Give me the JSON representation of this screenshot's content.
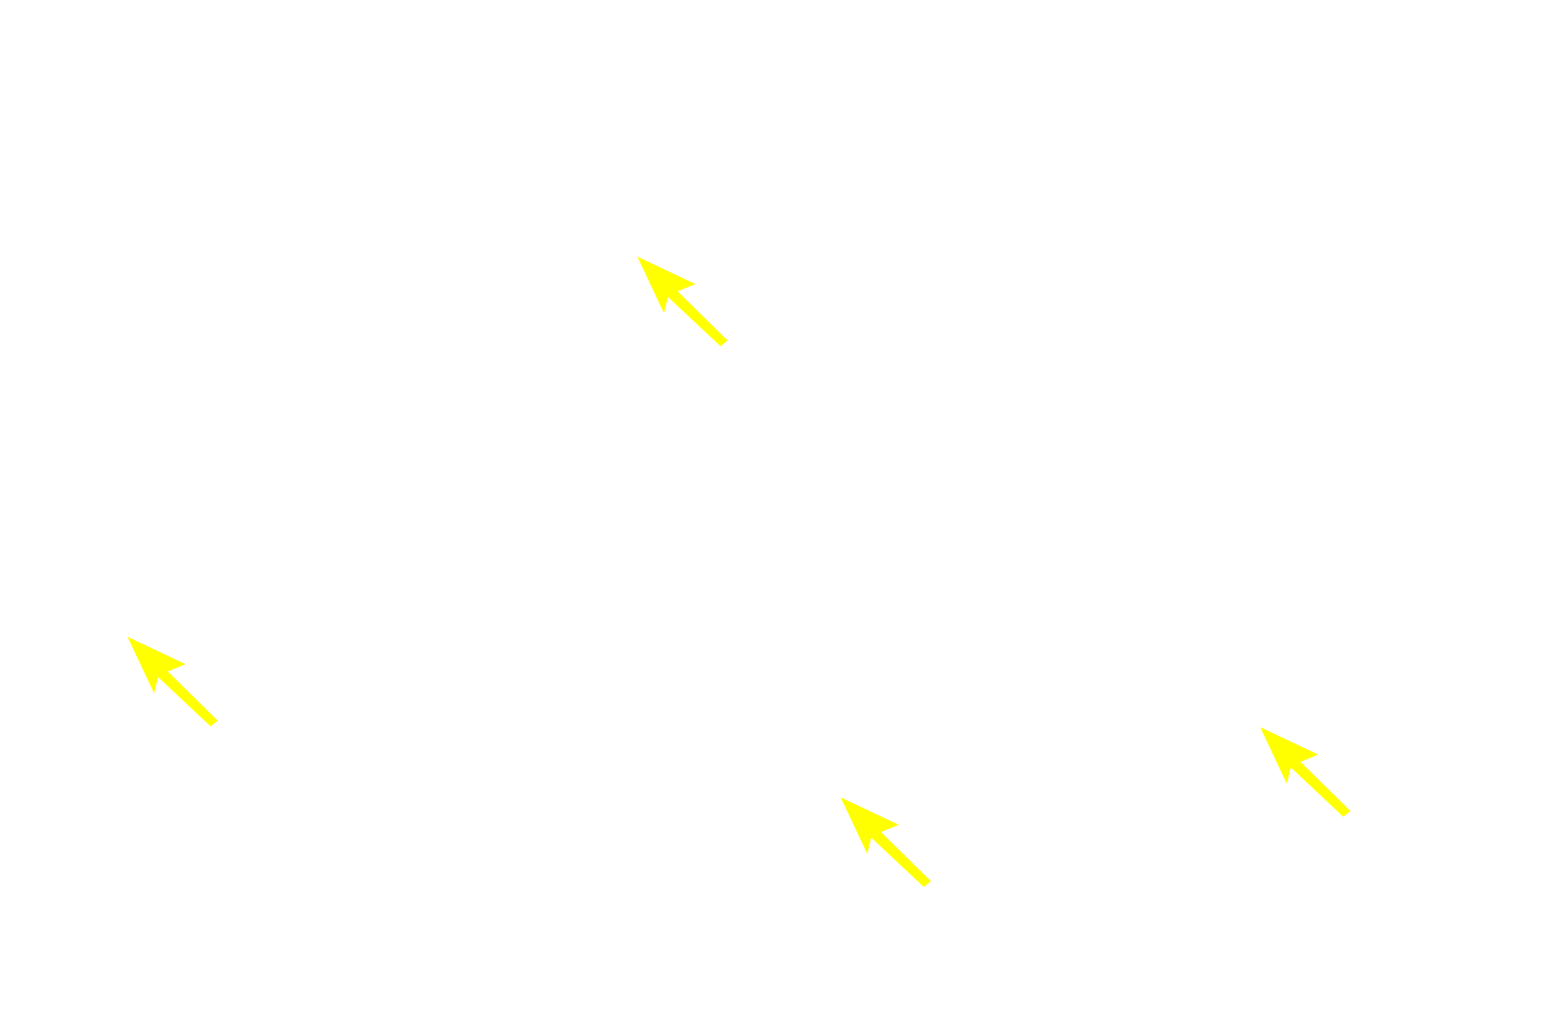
{
  "canvas": {
    "background": "#ffffff"
  },
  "arrows": {
    "color": "#ffff00",
    "icon": "arrow-pointer-up-left",
    "items": [
      {
        "direction": "up-left"
      },
      {
        "direction": "up-left"
      },
      {
        "direction": "up-left"
      },
      {
        "direction": "up-left"
      }
    ]
  }
}
